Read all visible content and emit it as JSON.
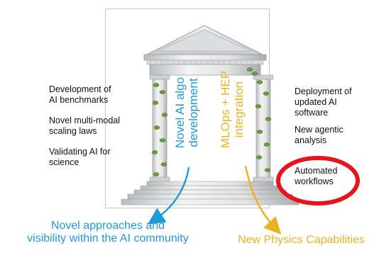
{
  "left_list": {
    "items": [
      "Development of\nAI benchmarks",
      "Novel multi-modal\nscaling laws",
      "Validating AI for\nscience"
    ]
  },
  "right_list": {
    "items": [
      "Deployment of\nupdated AI\nsoftware",
      "New agentic\nanalysis",
      "Automated\nworkflows"
    ]
  },
  "pillars": {
    "left_label": "Novel AI algo\ndevelopment",
    "right_label": "MLOps + HEP\nintegration"
  },
  "outcomes": {
    "left": "Novel approaches and\nvisibility within the AI community",
    "right": "New Physics Capabilities"
  },
  "colors": {
    "left_pillar": "#1e9ad6",
    "right_pillar": "#e8b31f",
    "highlight_ring": "#e8141b",
    "text": "#111111"
  },
  "icons": [
    "greek-temple-icon",
    "ivy-icon",
    "curved-arrow-icon"
  ]
}
